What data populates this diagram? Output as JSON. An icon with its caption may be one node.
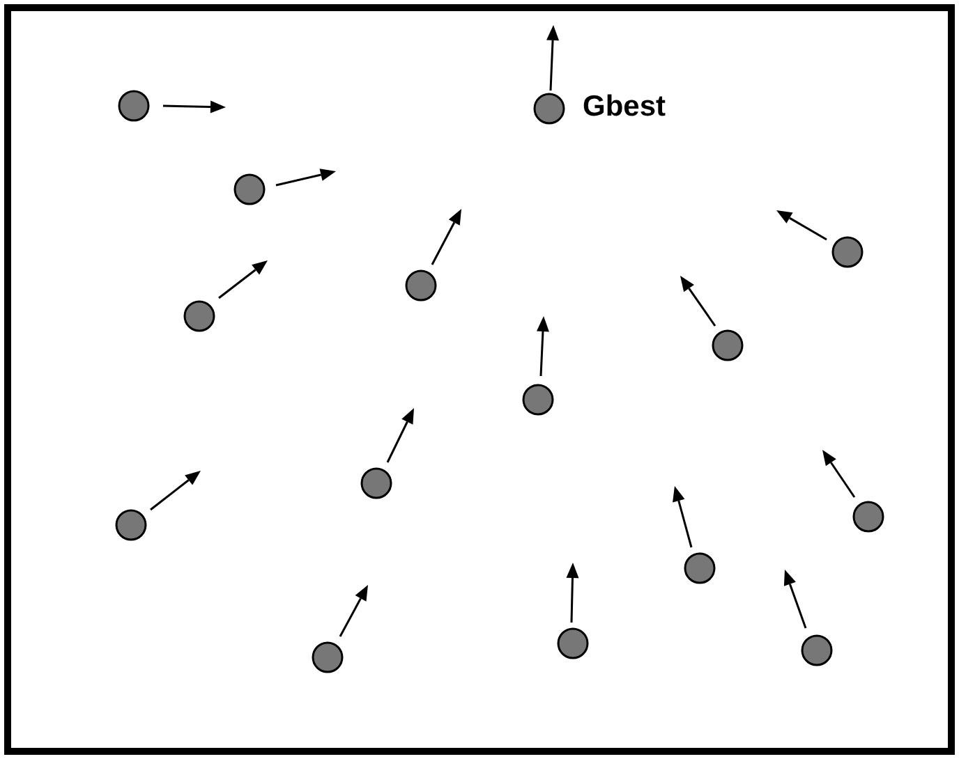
{
  "diagram": {
    "nodes": [
      {
        "text": [],
        "shape": "circle"
      },
      {
        "text": [],
        "shape": "circle",
        "beside": [
          "Gbest"
        ]
      },
      {
        "text": [],
        "shape": "circle"
      },
      {
        "text": [],
        "shape": "circle"
      },
      {
        "text": [],
        "shape": "circle"
      },
      {
        "text": [],
        "shape": "circle"
      },
      {
        "text": [],
        "shape": "circle"
      },
      {
        "text": [],
        "shape": "circle"
      },
      {
        "text": [],
        "shape": "circle"
      },
      {
        "text": [],
        "shape": "circle"
      },
      {
        "text": [],
        "shape": "circle"
      },
      {
        "text": [],
        "shape": "circle"
      },
      {
        "text": [],
        "shape": "circle"
      },
      {
        "text": [],
        "shape": "circle"
      },
      {
        "text": [],
        "shape": "circle"
      }
    ]
  }
}
